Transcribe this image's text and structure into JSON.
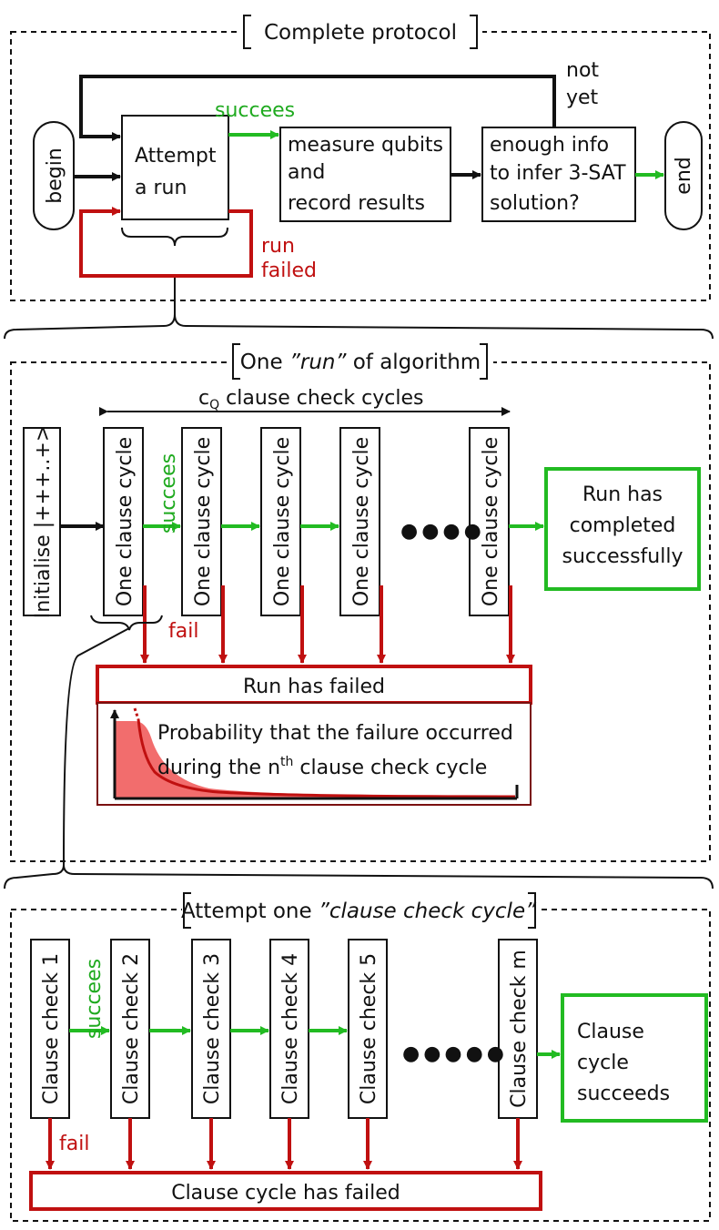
{
  "colors": {
    "black": "#111111",
    "green": "#22bb22",
    "red": "#c01010",
    "red_fill": "#f26d6d"
  },
  "top": {
    "title": "Complete protocol",
    "begin": "begin",
    "attempt": [
      "Attempt",
      "a run"
    ],
    "succees": "succees",
    "measure": [
      "measure qubits",
      "and",
      "record results"
    ],
    "enough": [
      "enough info",
      "to infer 3-SAT",
      "solution?"
    ],
    "end": "end",
    "not_yet": [
      "not",
      "yet"
    ],
    "run_failed": [
      "run",
      "failed"
    ]
  },
  "middle": {
    "title_pre": "One ",
    "title_em": "”run”",
    "title_post": " of algorithm",
    "cycles_label_main": "c",
    "cycles_label_sub": "Q",
    "cycles_label_rest": " clause check cycles",
    "initialise": "Initialise |+++..+>",
    "clause_cycle": "One clause cycle",
    "succees": "succees",
    "dots": "●●●●",
    "completed": [
      "Run has",
      "completed",
      "successfully"
    ],
    "fail": "fail",
    "run_failed": "Run has failed",
    "probability": [
      "Probability that the failure occurred",
      "during the n",
      "th",
      " clause check cycle"
    ]
  },
  "bottom": {
    "title_pre": "Attempt one ",
    "title_em": "”clause check cycle”",
    "checks": [
      "Clause check 1",
      "Clause check 2",
      "Clause check 3",
      "Clause check 4",
      "Clause check 5",
      "Clause check m"
    ],
    "succees": "succees",
    "dots": "●●●●●",
    "succeeds": [
      "Clause",
      "cycle",
      "succeeds"
    ],
    "fail": "fail",
    "cycle_failed": "Clause cycle has failed"
  }
}
